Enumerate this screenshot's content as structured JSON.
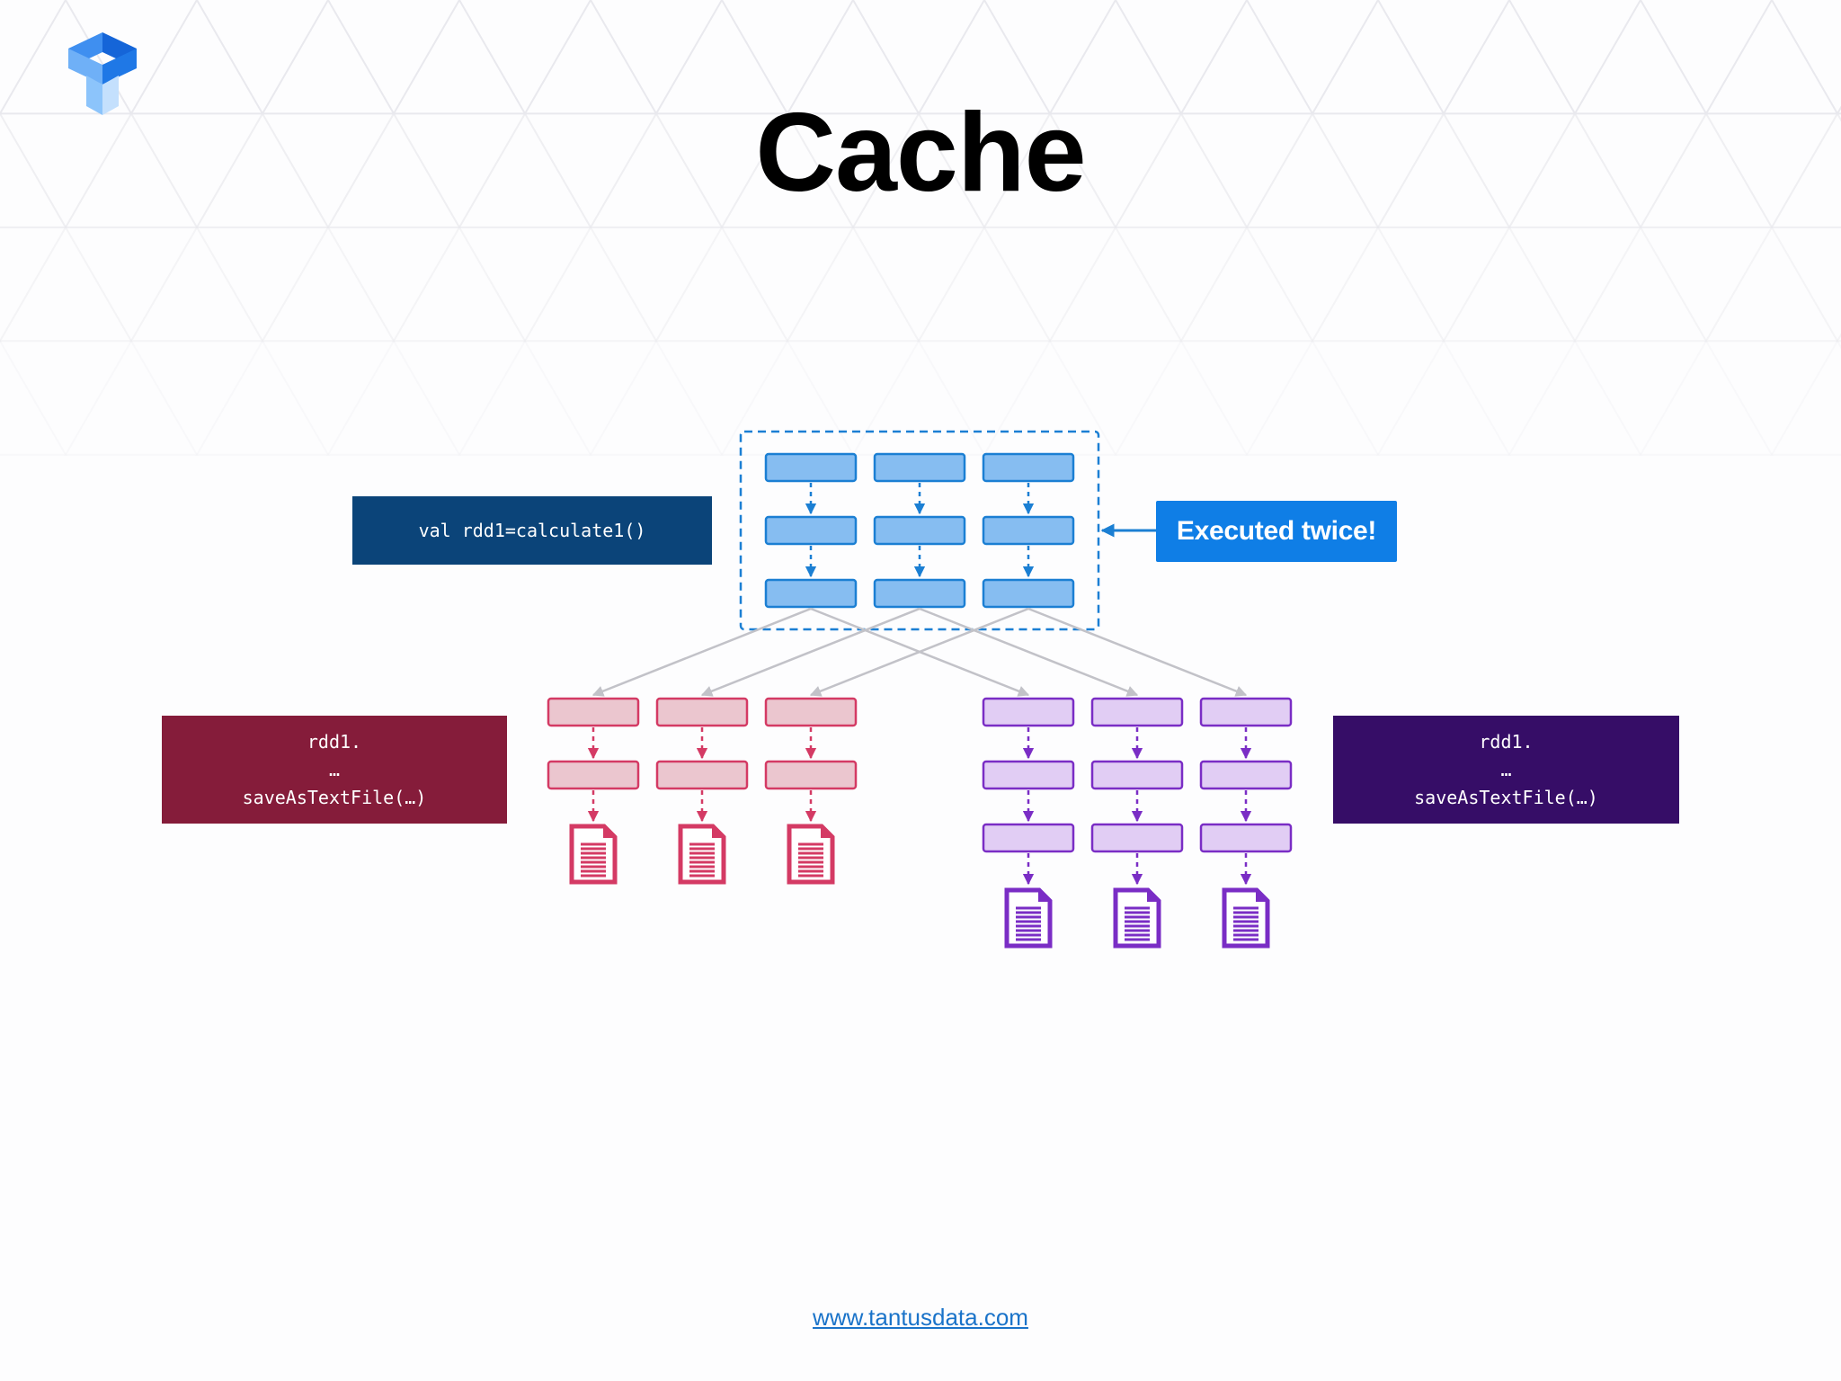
{
  "title": "Cache",
  "code_top": "val rdd1=calculate1()",
  "code_left": {
    "line1": "rdd1.",
    "line2": "…",
    "line3": "saveAsTextFile(…)"
  },
  "code_right": {
    "line1": "rdd1.",
    "line2": "…",
    "line3": "saveAsTextFile(…)"
  },
  "callout": "Executed twice!",
  "footer_link": "www.tantusdata.com",
  "colors": {
    "blue_fill": "#86bdf1",
    "blue_stroke": "#1b7fd3",
    "pink_fill": "#ebc6cf",
    "pink_stroke": "#d43a64",
    "purple_fill": "#e1cdf4",
    "purple_stroke": "#7a2dc5",
    "top_box": "#0b4479",
    "left_box": "#851c3a",
    "right_box": "#360d67",
    "callout_bg": "#0f7ee6",
    "link": "#1a73c9"
  },
  "icons": [
    "logo-icon",
    "document-icon"
  ]
}
